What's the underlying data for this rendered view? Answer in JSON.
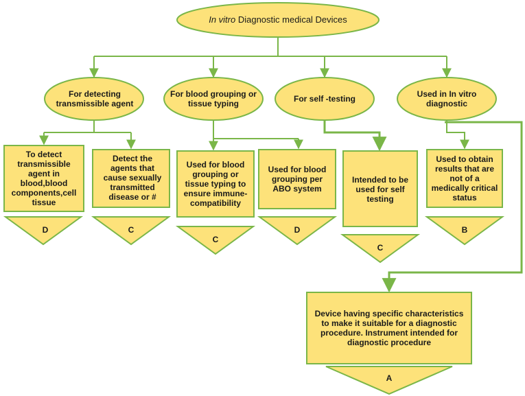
{
  "colors": {
    "fill": "#fde27a",
    "stroke": "#7ab648",
    "connector": "#7ab648"
  },
  "root": {
    "italic": "In vitro",
    "rest": " Diagnostic medical Devices"
  },
  "categories": [
    {
      "label": "For detecting transmissible agent"
    },
    {
      "label": "For blood grouping or tissue typing"
    },
    {
      "label": "For self -testing"
    },
    {
      "label": "Used in In vitro diagnostic"
    }
  ],
  "boxes": [
    {
      "text": "To detect transmissible agent in blood,blood components,cell tissue",
      "class": "D"
    },
    {
      "text": "Detect the agents that cause sexually transmitted disease or #",
      "class": "C"
    },
    {
      "text": "Used for blood grouping or tissue typing to ensure immune-compatibility",
      "class": "C"
    },
    {
      "text": "Used for blood grouping per ABO system",
      "class": "D"
    },
    {
      "text": "Intended to be used for self testing",
      "class": "C"
    },
    {
      "text": "Used to obtain results that are not of a medically critical status",
      "class": "B"
    },
    {
      "text": "Device having specific characteristics to make it suitable for a diagnostic procedure. Instrument intended for diagnostic procedure",
      "class": "A"
    }
  ]
}
